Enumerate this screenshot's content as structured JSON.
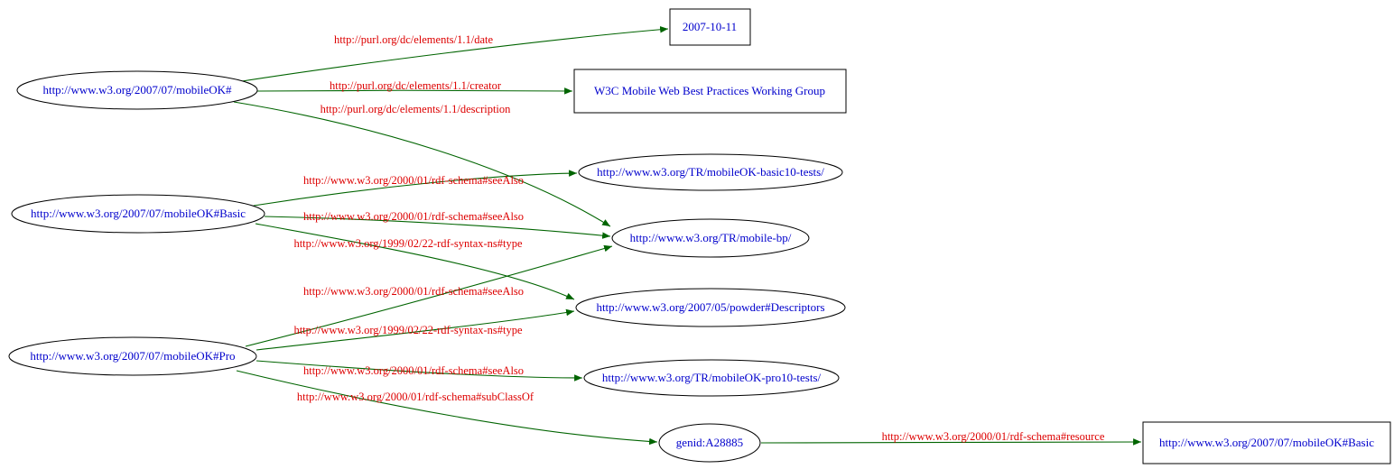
{
  "graph": {
    "type": "rdf-directed-graph",
    "colors": {
      "background": "#ffffff",
      "node_outline": "#000000",
      "node_text": "#0000cc",
      "edge": "#006400",
      "edge_label": "#dd0000"
    },
    "nodes": {
      "mobileok": {
        "shape": "ellipse",
        "label": "http://www.w3.org/2007/07/mobileOK#"
      },
      "basic": {
        "shape": "ellipse",
        "label": "http://www.w3.org/2007/07/mobileOK#Basic"
      },
      "pro": {
        "shape": "ellipse",
        "label": "http://www.w3.org/2007/07/mobileOK#Pro"
      },
      "basic_tests": {
        "shape": "ellipse",
        "label": "http://www.w3.org/TR/mobileOK-basic10-tests/"
      },
      "mobile_bp": {
        "shape": "ellipse",
        "label": "http://www.w3.org/TR/mobile-bp/"
      },
      "powder": {
        "shape": "ellipse",
        "label": "http://www.w3.org/2007/05/powder#Descriptors"
      },
      "pro_tests": {
        "shape": "ellipse",
        "label": "http://www.w3.org/TR/mobileOK-pro10-tests/"
      },
      "genid": {
        "shape": "ellipse",
        "label": "genid:A28885"
      }
    },
    "literals": {
      "date": {
        "shape": "box",
        "label": "2007-10-11"
      },
      "creator": {
        "shape": "box",
        "label": "W3C Mobile Web Best Practices Working Group"
      },
      "basic_ref": {
        "shape": "box",
        "label": "http://www.w3.org/2007/07/mobileOK#Basic"
      }
    },
    "edges": [
      {
        "from": "mobileok",
        "to": "date",
        "label": "http://purl.org/dc/elements/1.1/date"
      },
      {
        "from": "mobileok",
        "to": "creator",
        "label": "http://purl.org/dc/elements/1.1/creator"
      },
      {
        "from": "mobileok",
        "to": "mobile_bp",
        "label": "http://purl.org/dc/elements/1.1/description"
      },
      {
        "from": "basic",
        "to": "basic_tests",
        "label": "http://www.w3.org/2000/01/rdf-schema#seeAlso"
      },
      {
        "from": "basic",
        "to": "mobile_bp",
        "label": "http://www.w3.org/2000/01/rdf-schema#seeAlso"
      },
      {
        "from": "basic",
        "to": "powder",
        "label": "http://www.w3.org/1999/02/22-rdf-syntax-ns#type"
      },
      {
        "from": "pro",
        "to": "mobile_bp",
        "label": "http://www.w3.org/2000/01/rdf-schema#seeAlso"
      },
      {
        "from": "pro",
        "to": "powder",
        "label": "http://www.w3.org/1999/02/22-rdf-syntax-ns#type"
      },
      {
        "from": "pro",
        "to": "pro_tests",
        "label": "http://www.w3.org/2000/01/rdf-schema#seeAlso"
      },
      {
        "from": "pro",
        "to": "genid",
        "label": "http://www.w3.org/2000/01/rdf-schema#subClassOf"
      },
      {
        "from": "genid",
        "to": "basic_ref",
        "label": "http://www.w3.org/2000/01/rdf-schema#resource"
      }
    ]
  }
}
